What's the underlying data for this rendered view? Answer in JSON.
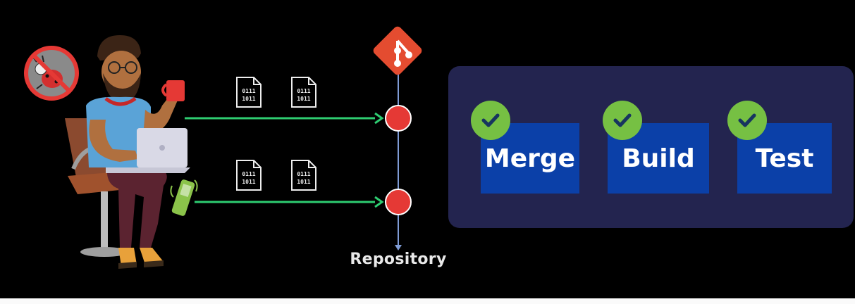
{
  "repository": {
    "label": "Repository"
  },
  "pipeline": {
    "stages": [
      {
        "label": "Merge",
        "status": "passed"
      },
      {
        "label": "Build",
        "status": "passed"
      },
      {
        "label": "Test",
        "status": "passed"
      }
    ]
  },
  "code_files": {
    "line1": "0111",
    "line2": "1011"
  },
  "colors": {
    "background": "#000000",
    "panel": "#23244f",
    "stage": "#0b40a8",
    "check": "#76c043",
    "commit": "#e53935",
    "arrow": "#2ecc71",
    "git": "#e44c30",
    "repo_line": "#7f9cd6"
  },
  "icons": [
    "no-bugs-icon",
    "developer-illustration",
    "git-logo-icon",
    "binary-file-icon",
    "check-icon",
    "phone-icon",
    "laptop-icon",
    "coffee-mug-icon"
  ]
}
